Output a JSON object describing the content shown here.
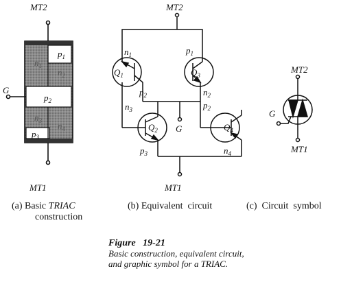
{
  "construction": {
    "mt2": "MT2",
    "mt1": "MT1",
    "gate": "G",
    "regions": {
      "p1": "p1",
      "n1": "n1",
      "n2": "n2",
      "p2": "p2",
      "n3": "n3",
      "n4": "n4",
      "p3": "p3"
    }
  },
  "equivalent": {
    "mt2": "MT2",
    "mt1": "MT1",
    "gate": "G",
    "transistors": {
      "q1": "Q1",
      "q2": "Q2",
      "q3": "Q3",
      "q4": "Q4"
    },
    "labels": {
      "n1": "n1",
      "p1": "p1",
      "p2_left": "p2",
      "n2": "n2",
      "n3": "n3",
      "p2_right": "p2",
      "p3": "p3",
      "n4": "n4"
    }
  },
  "symbol": {
    "mt2": "MT2",
    "mt1": "MT1",
    "gate": "G"
  },
  "captions": {
    "a_prefix": "(a) Basic ",
    "a_italic": "TRIAC",
    "a_line2": "construction",
    "b": "(b) Equivalent  circuit",
    "c": "(c)  Circuit  symbol"
  },
  "figure": {
    "title": "Figure   19-21",
    "description": "Basic construction, equivalent circuit, and graphic symbol for a TRIAC."
  }
}
